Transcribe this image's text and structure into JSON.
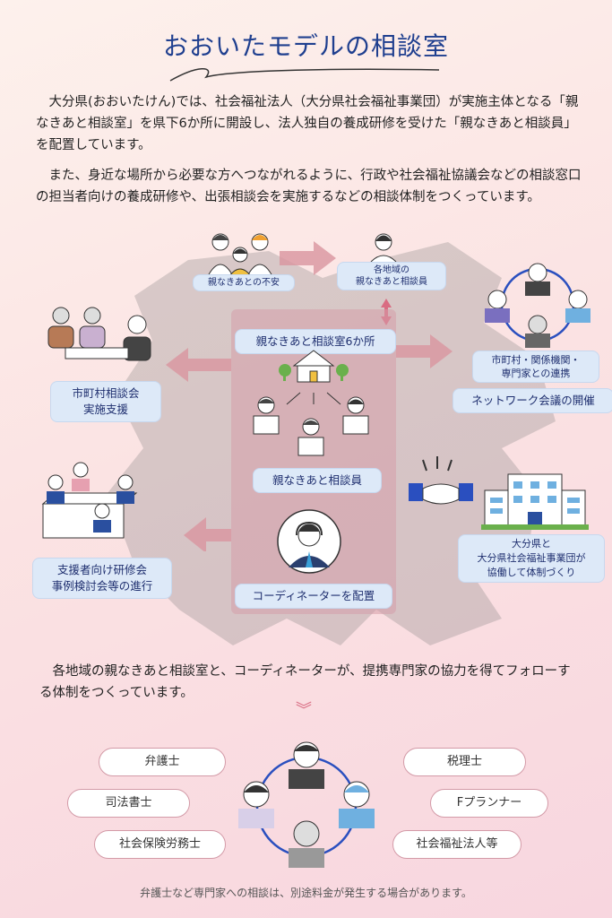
{
  "title": "おおいたモデルの相談室",
  "intro": {
    "p1": "大分県(おおいたけん)では、社会福祉法人（大分県社会福祉事業団）が実施主体となる「親なきあと相談室」を県下6か所に開設し、法人独自の養成研修を受けた「親なきあと相談員」を配置しています。",
    "p2": "また、身近な場所から必要な方へつながれるように、行政や社会福祉協議会などの相談窓口の担当者向けの養成研修や、出張相談会を実施するなどの相談体制をつくっています。"
  },
  "diagram": {
    "worry": "親なきあとの不安",
    "regional": "各地域の\n親なきあと相談員",
    "center_title": "親なきあと相談室6か所",
    "counselors": "親なきあと相談員",
    "coordinator": "コーディネーターを配置",
    "municipal": "市町村相談会\n実施支援",
    "training": "支援者向け研修会\n事例検討会等の進行",
    "network_link": "市町村・関係機関・\n専門家との連携",
    "network_meeting": "ネットワーク会議の開催",
    "cooperation": "大分県と\n大分県社会福祉事業団が\n協働して体制づくり"
  },
  "summary": "各地域の親なきあと相談室と、コーディネーターが、提携専門家の協力を得てフォローする体制をつくっています。",
  "experts": {
    "left": [
      "弁護士",
      "司法書士",
      "社会保険労務士"
    ],
    "right": [
      "税理士",
      "Fプランナー",
      "社会福祉法人等"
    ]
  },
  "footnote": "弁護士など専門家への相談は、別途料金が発生する場合があります。",
  "colors": {
    "title": "#1f3f8f",
    "accent": "#d96c82",
    "label_bg": "#dde9f8"
  }
}
